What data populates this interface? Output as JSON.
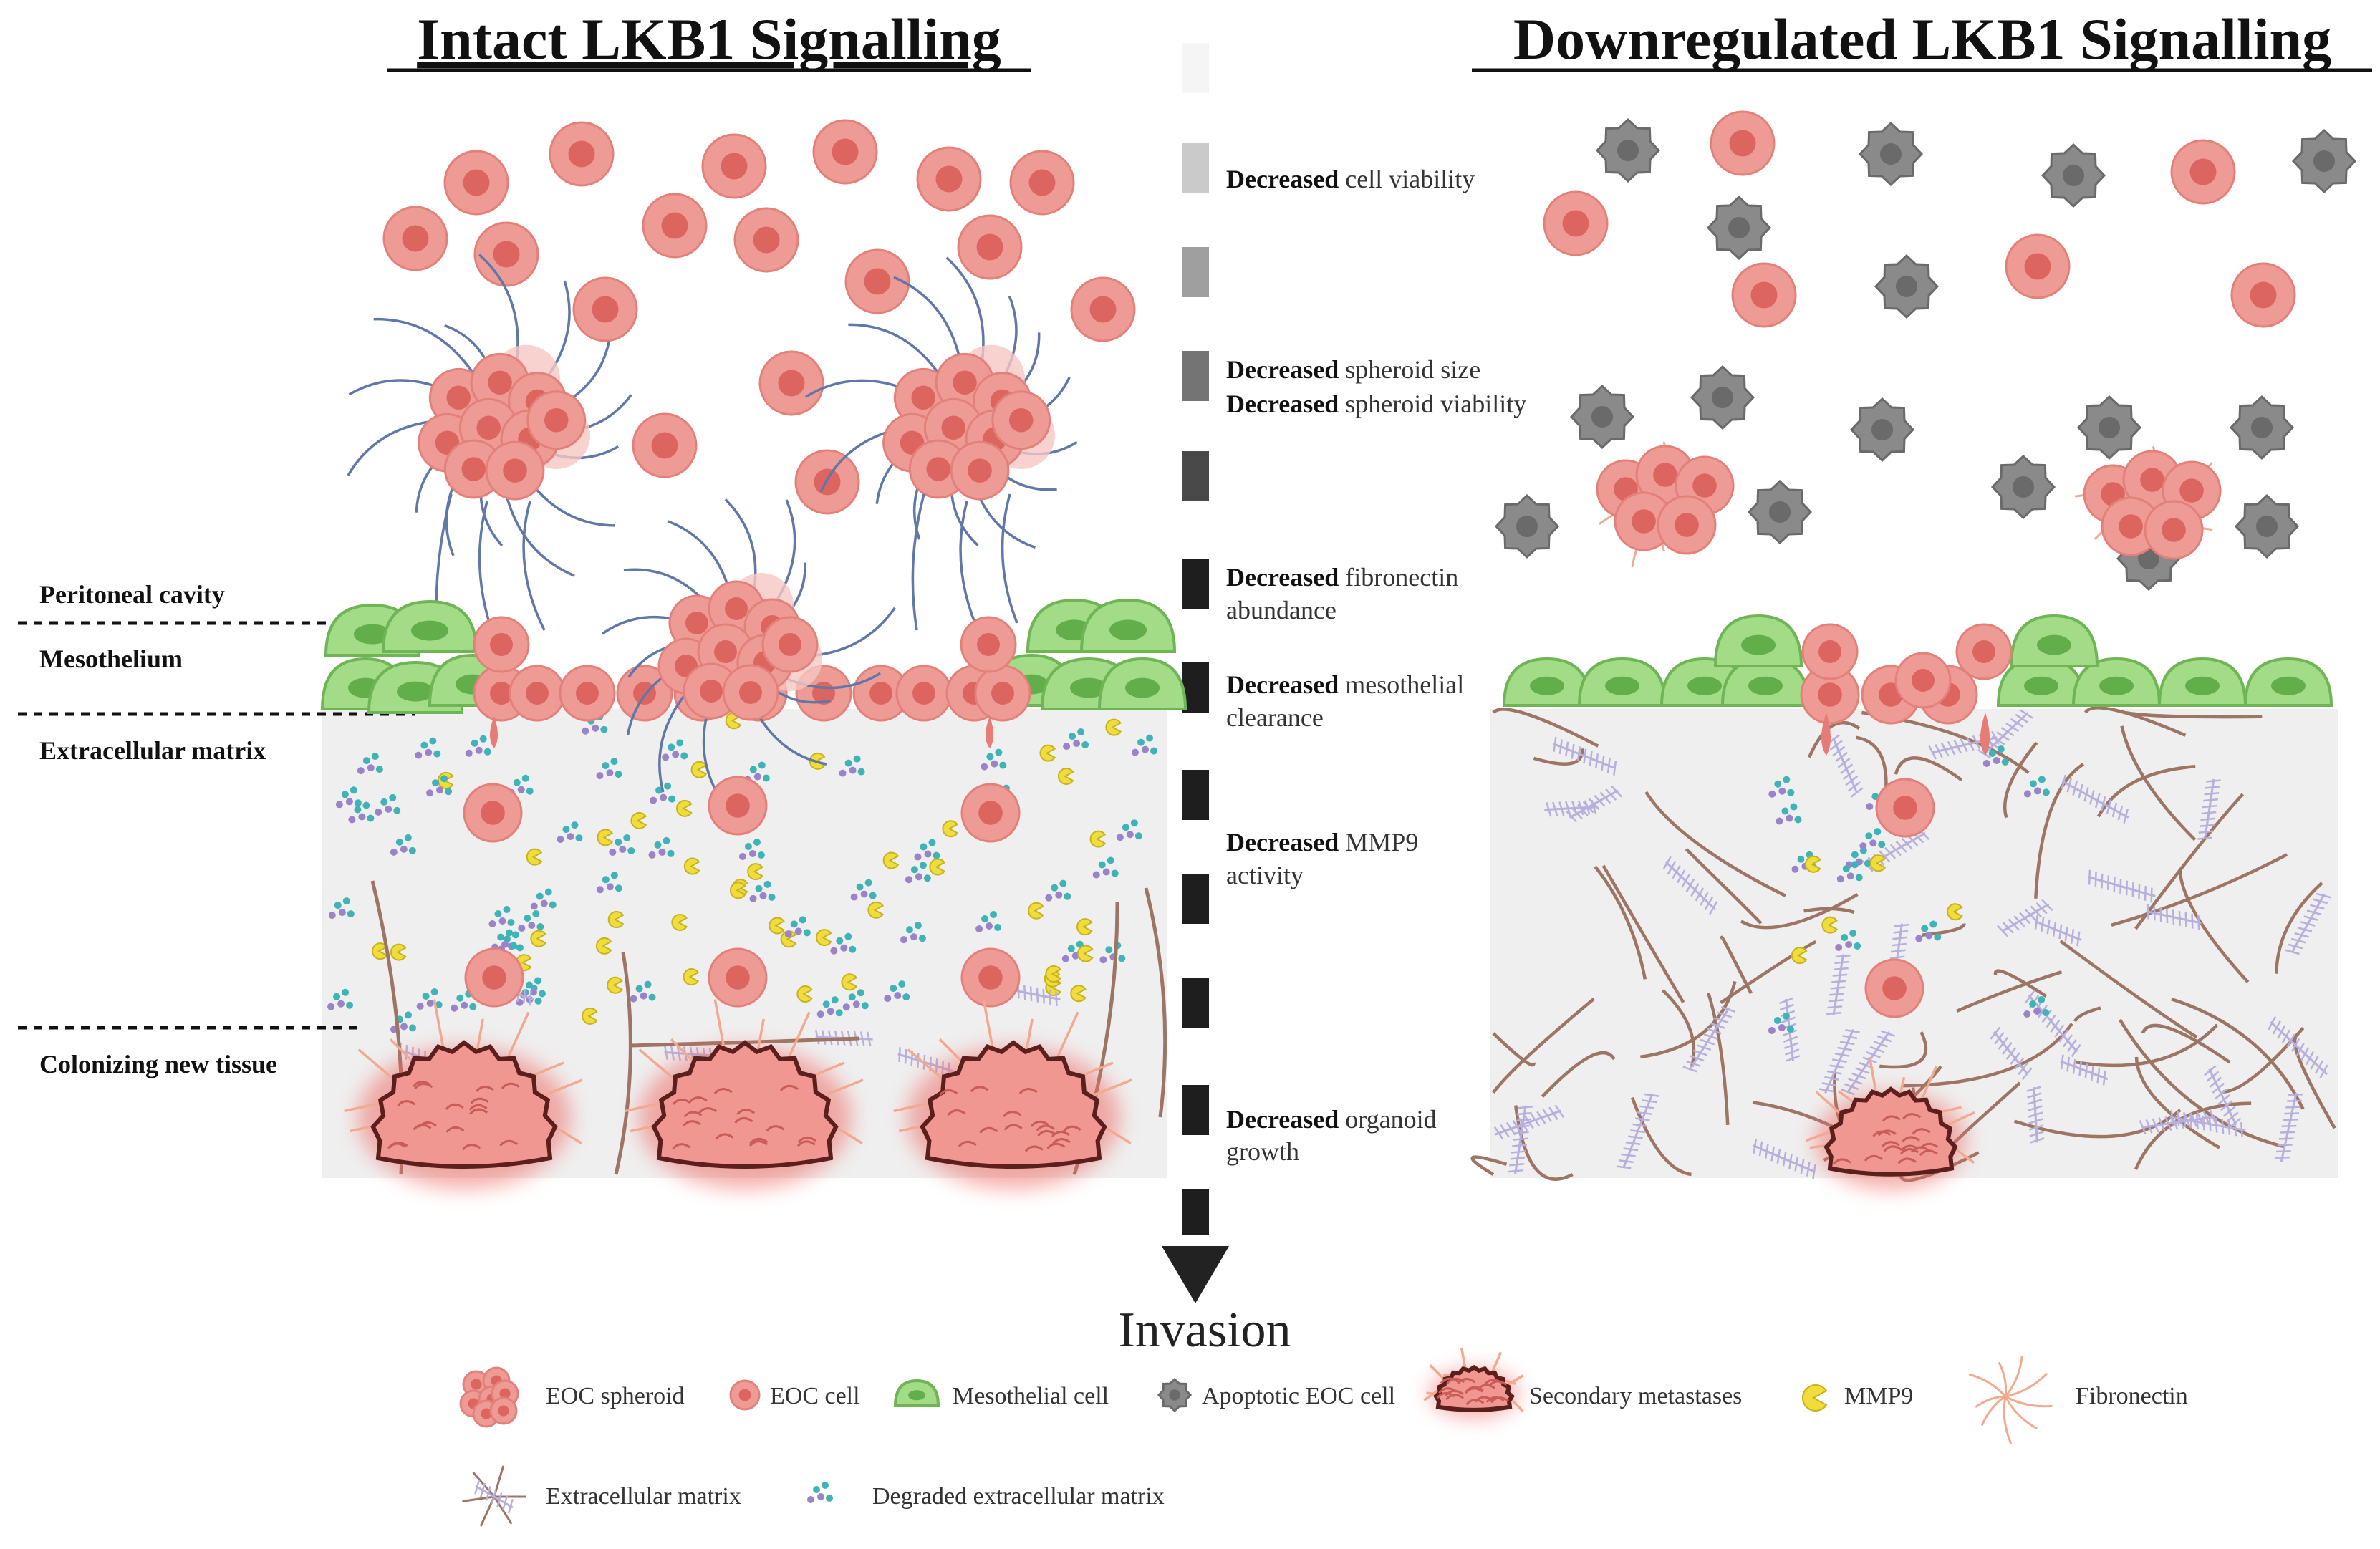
{
  "titles": {
    "left": "Intact LKB1 Signalling",
    "right": "Downregulated LKB1 Signalling"
  },
  "layer_labels": {
    "peritoneal": "Peritoneal cavity",
    "mesothelium": "Mesothelium",
    "ecm": "Extracellular matrix",
    "colonizing": "Colonizing new tissue"
  },
  "effects": [
    {
      "lines": [
        {
          "bold": "Decreased",
          "rest": " cell viability"
        }
      ]
    },
    {
      "lines": [
        {
          "bold": "Decreased",
          "rest": " spheroid size"
        },
        {
          "bold": "Decreased",
          "rest": " spheroid viability"
        }
      ]
    },
    {
      "lines": [
        {
          "bold": "Decreased",
          "rest": " fibronectin"
        },
        {
          "bold": "",
          "rest": "abundance"
        }
      ]
    },
    {
      "lines": [
        {
          "bold": "Decreased",
          "rest": " mesothelial"
        },
        {
          "bold": "",
          "rest": "clearance"
        }
      ]
    },
    {
      "lines": [
        {
          "bold": "Decreased",
          "rest": " MMP9"
        },
        {
          "bold": "",
          "rest": "activity"
        }
      ]
    },
    {
      "lines": [
        {
          "bold": "Decreased",
          "rest": " organoid"
        },
        {
          "bold": "",
          "rest": "growth"
        }
      ]
    }
  ],
  "arrow_label": "Invasion",
  "legend": {
    "spheroid": "EOC spheroid",
    "cell": "EOC cell",
    "mesothelial": "Mesothelial cell",
    "apoptotic": "Apoptotic EOC cell",
    "metastases": "Secondary metastases",
    "mmp9": "MMP9",
    "fibronectin": "Fibronectin",
    "ecm": "Extracellular matrix",
    "degraded": "Degraded extracellular matrix"
  },
  "colors": {
    "eoc_fill": "#ee9a95",
    "eoc_nucleus": "#dc6560",
    "meso_fill": "#a2dc86",
    "meso_edge": "#6fb556",
    "meso_nucleus": "#62ae4a",
    "apoptotic": "#8a8a8a",
    "ecm_bg": "#efefef",
    "fiber": "#9c7565",
    "ecm_mesh": "#b8b0dc",
    "mmp9": "#f0dd3c",
    "degraded_teal": "#3fb3b6",
    "degraded_purple": "#9a83c8",
    "fibronectin": "#f1aa90",
    "fiber_blue": "#5f78a8"
  }
}
